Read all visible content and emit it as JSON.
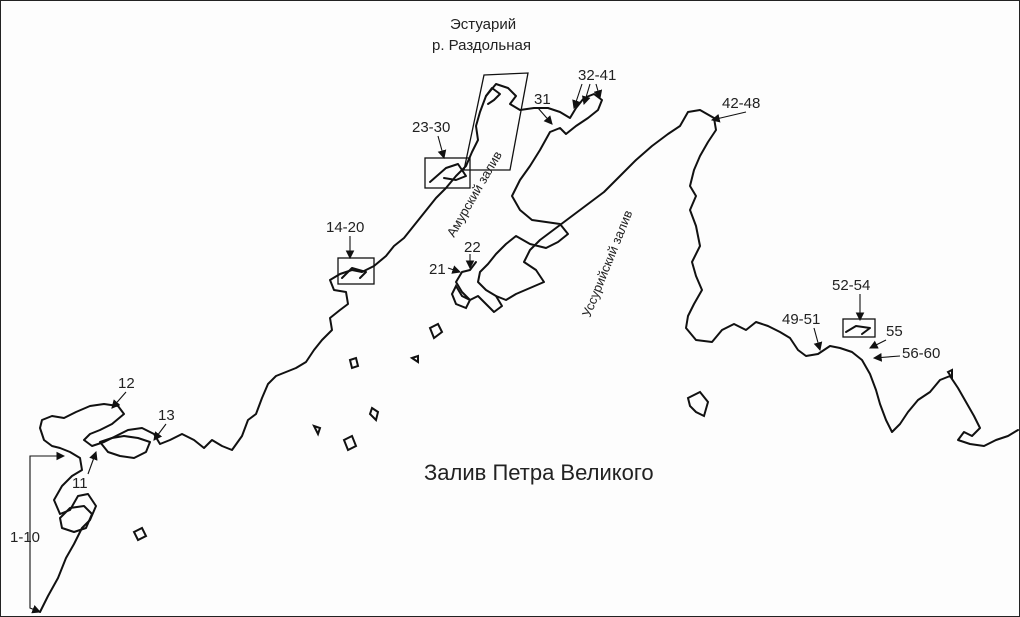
{
  "titles": {
    "estuary_line1": "Эстуарий",
    "estuary_line2": "р. Раздольная",
    "amur_bay": "Амурский залив",
    "ussuri_bay": "Уссурийский залив",
    "sea": "Залив Петра Великого"
  },
  "site_labels": {
    "s1_10": "1-10",
    "s11": "11",
    "s12": "12",
    "s13": "13",
    "s14_20": "14-20",
    "s21": "21",
    "s22": "22",
    "s23_30": "23-30",
    "s31": "31",
    "s32_41": "32-41",
    "s42_48": "42-48",
    "s49_51": "49-51",
    "s52_54": "52-54",
    "s55": "55",
    "s56_60": "56-60"
  },
  "colors": {
    "line": "#111111",
    "text": "#222222",
    "background": "#fdfdfd"
  }
}
